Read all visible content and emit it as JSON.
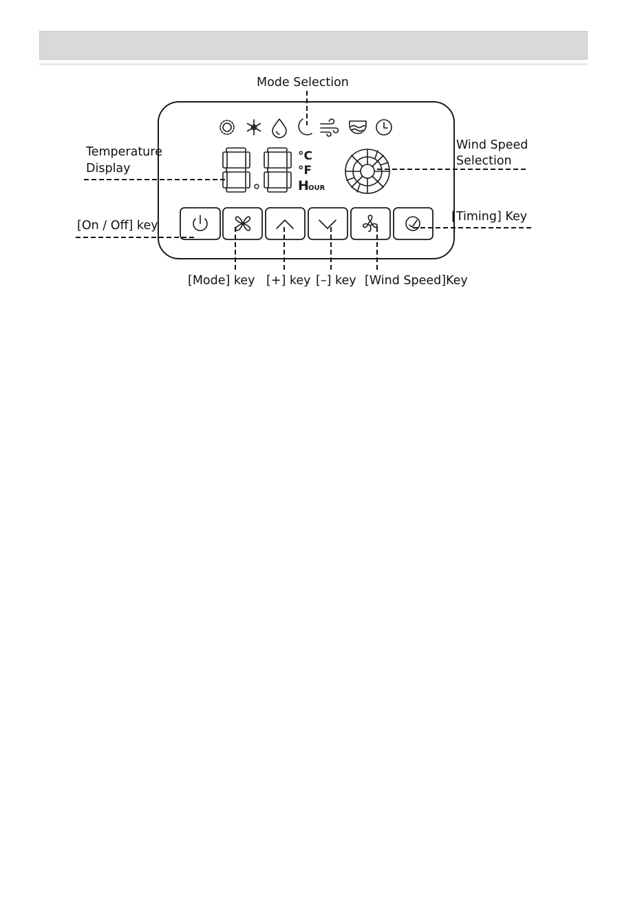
{
  "labels": {
    "mode_selection": "Mode Selection",
    "temperature_line1": "Temperature",
    "temperature_line2": "Display",
    "wind_speed_line1": "Wind Speed",
    "wind_speed_line2": "Selection",
    "on_off_key": "[On / Off] key",
    "timing_key": "[Timing] Key",
    "mode_key": "[Mode] key",
    "plus_key": "[+] key",
    "minus_key": "[–] key",
    "wind_speed_key": "[Wind Speed]Key"
  },
  "display": {
    "digit_1": "8",
    "digit_2": "8",
    "unit_celsius": "°C",
    "unit_fahrenheit": "°F",
    "unit_hour_h": "H",
    "unit_hour_rest": "OUR"
  },
  "mode_icons": [
    "heat-sun-icon",
    "cool-snowflake-icon",
    "dry-droplet-icon",
    "sleep-moon-icon",
    "fan-wind-icon",
    "heater-waves-icon",
    "timer-clock-icon"
  ],
  "keys": [
    "power-icon",
    "mode-icon",
    "up-chevron-icon",
    "down-chevron-icon",
    "fan-icon",
    "timer-icon"
  ]
}
